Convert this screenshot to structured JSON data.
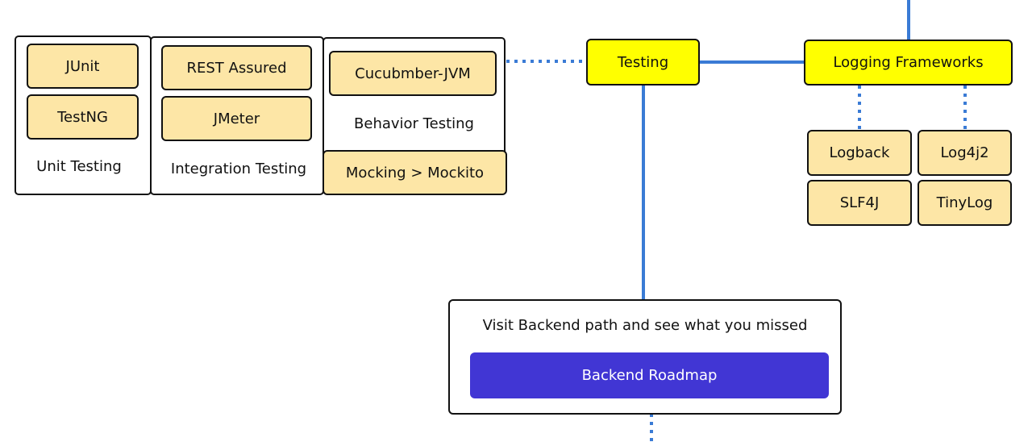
{
  "colors": {
    "edge_solid": "#3a7bd5",
    "edge_dotted": "#3a7bd5",
    "main_node": "#ffff00",
    "sub_node": "#fde6a6",
    "cta_button": "#4136d4"
  },
  "nodes": {
    "testing": "Testing",
    "logging_frameworks": "Logging Frameworks"
  },
  "unit_testing": {
    "items": [
      "JUnit",
      "TestNG"
    ],
    "label": "Unit Testing"
  },
  "integration_testing": {
    "items": [
      "REST Assured",
      "JMeter"
    ],
    "label": "Integration Testing"
  },
  "behavior_testing": {
    "items": [
      "Cucubmber-JVM"
    ],
    "label": "Behavior Testing"
  },
  "mocking": "Mocking > Mockito",
  "logging": {
    "items": [
      "Logback",
      "Log4j2",
      "SLF4J",
      "TinyLog"
    ]
  },
  "cta": {
    "text": "Visit Backend path and see what you missed",
    "button": "Backend Roadmap"
  }
}
